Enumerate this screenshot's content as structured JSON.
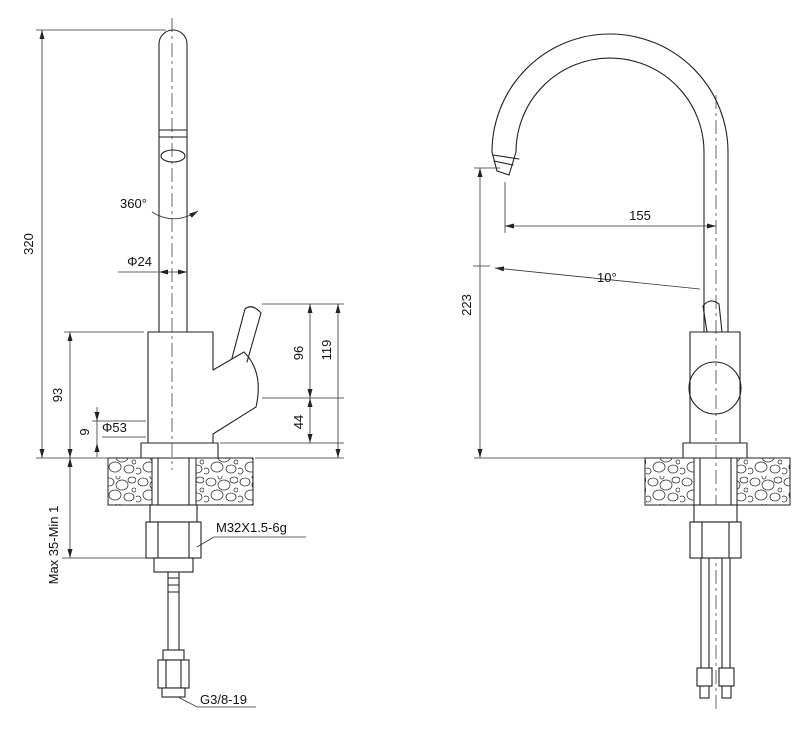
{
  "drawing": {
    "front_view": {
      "total_height": "320",
      "swivel_angle": "360°",
      "spout_diameter": "Φ24",
      "body_height": "93",
      "base_step_height": "9",
      "base_diameter": "Φ53",
      "mounting_range": "Max 35-Min 1",
      "shank_thread": "M32X1.5-6g",
      "inlet_thread": "G3/8-19",
      "handle_pivot_height": "96",
      "valve_height": "44",
      "handle_top_height": "119"
    },
    "side_view": {
      "spout_reach": "155",
      "spout_tilt": "10°",
      "outlet_height": "223"
    }
  }
}
